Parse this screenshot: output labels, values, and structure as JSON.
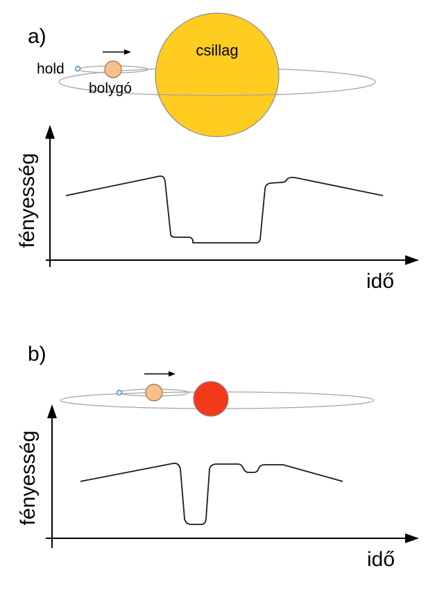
{
  "panels": [
    {
      "letter": "a)",
      "star_label": "csillag",
      "moon_label": "hold",
      "planet_label": "bolygó",
      "y_label": "fényesség",
      "x_label": "idő",
      "star_color": "#FFCC22",
      "planet_color": "#F7C08C",
      "moon_color": "#D8EEF8"
    },
    {
      "letter": "b)",
      "star_label": "",
      "moon_label": "",
      "planet_label": "",
      "y_label": "fényesség",
      "x_label": "idő",
      "star_color": "#F23A1B",
      "planet_color": "#F7C08C",
      "moon_color": "#D8EEF8"
    }
  ],
  "colors": {
    "orbit": "#A3A3A3",
    "curve": "#1A1A1A",
    "axis": "#000000"
  }
}
